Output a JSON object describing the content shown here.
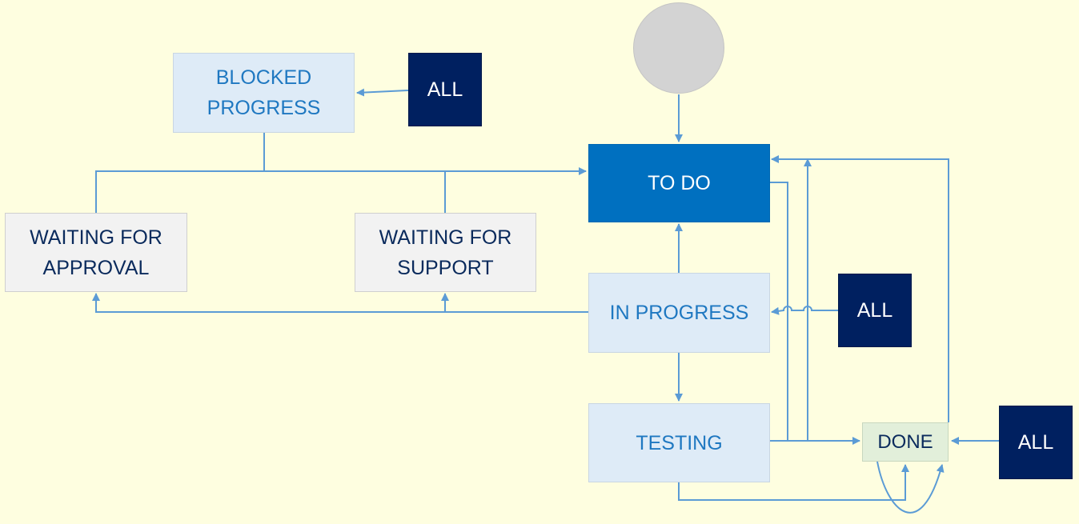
{
  "colors": {
    "background": "#fefee0",
    "connector": "#5b9bd5",
    "primary": "#0070c0",
    "light_box": "#deebf7",
    "grey_box": "#f2f2f2",
    "dark_box": "#002060",
    "done_box": "#e2efda"
  },
  "nodes": {
    "blocked_progress": "BLOCKED\nPROGRESS",
    "all_blocked": "ALL",
    "to_do": "TO DO",
    "waiting_for_approval": "WAITING FOR\nAPPROVAL",
    "waiting_for_support": "WAITING FOR\nSUPPORT",
    "in_progress": "IN PROGRESS",
    "all_in_progress": "ALL",
    "testing": "TESTING",
    "done": "DONE",
    "all_done": "ALL"
  }
}
